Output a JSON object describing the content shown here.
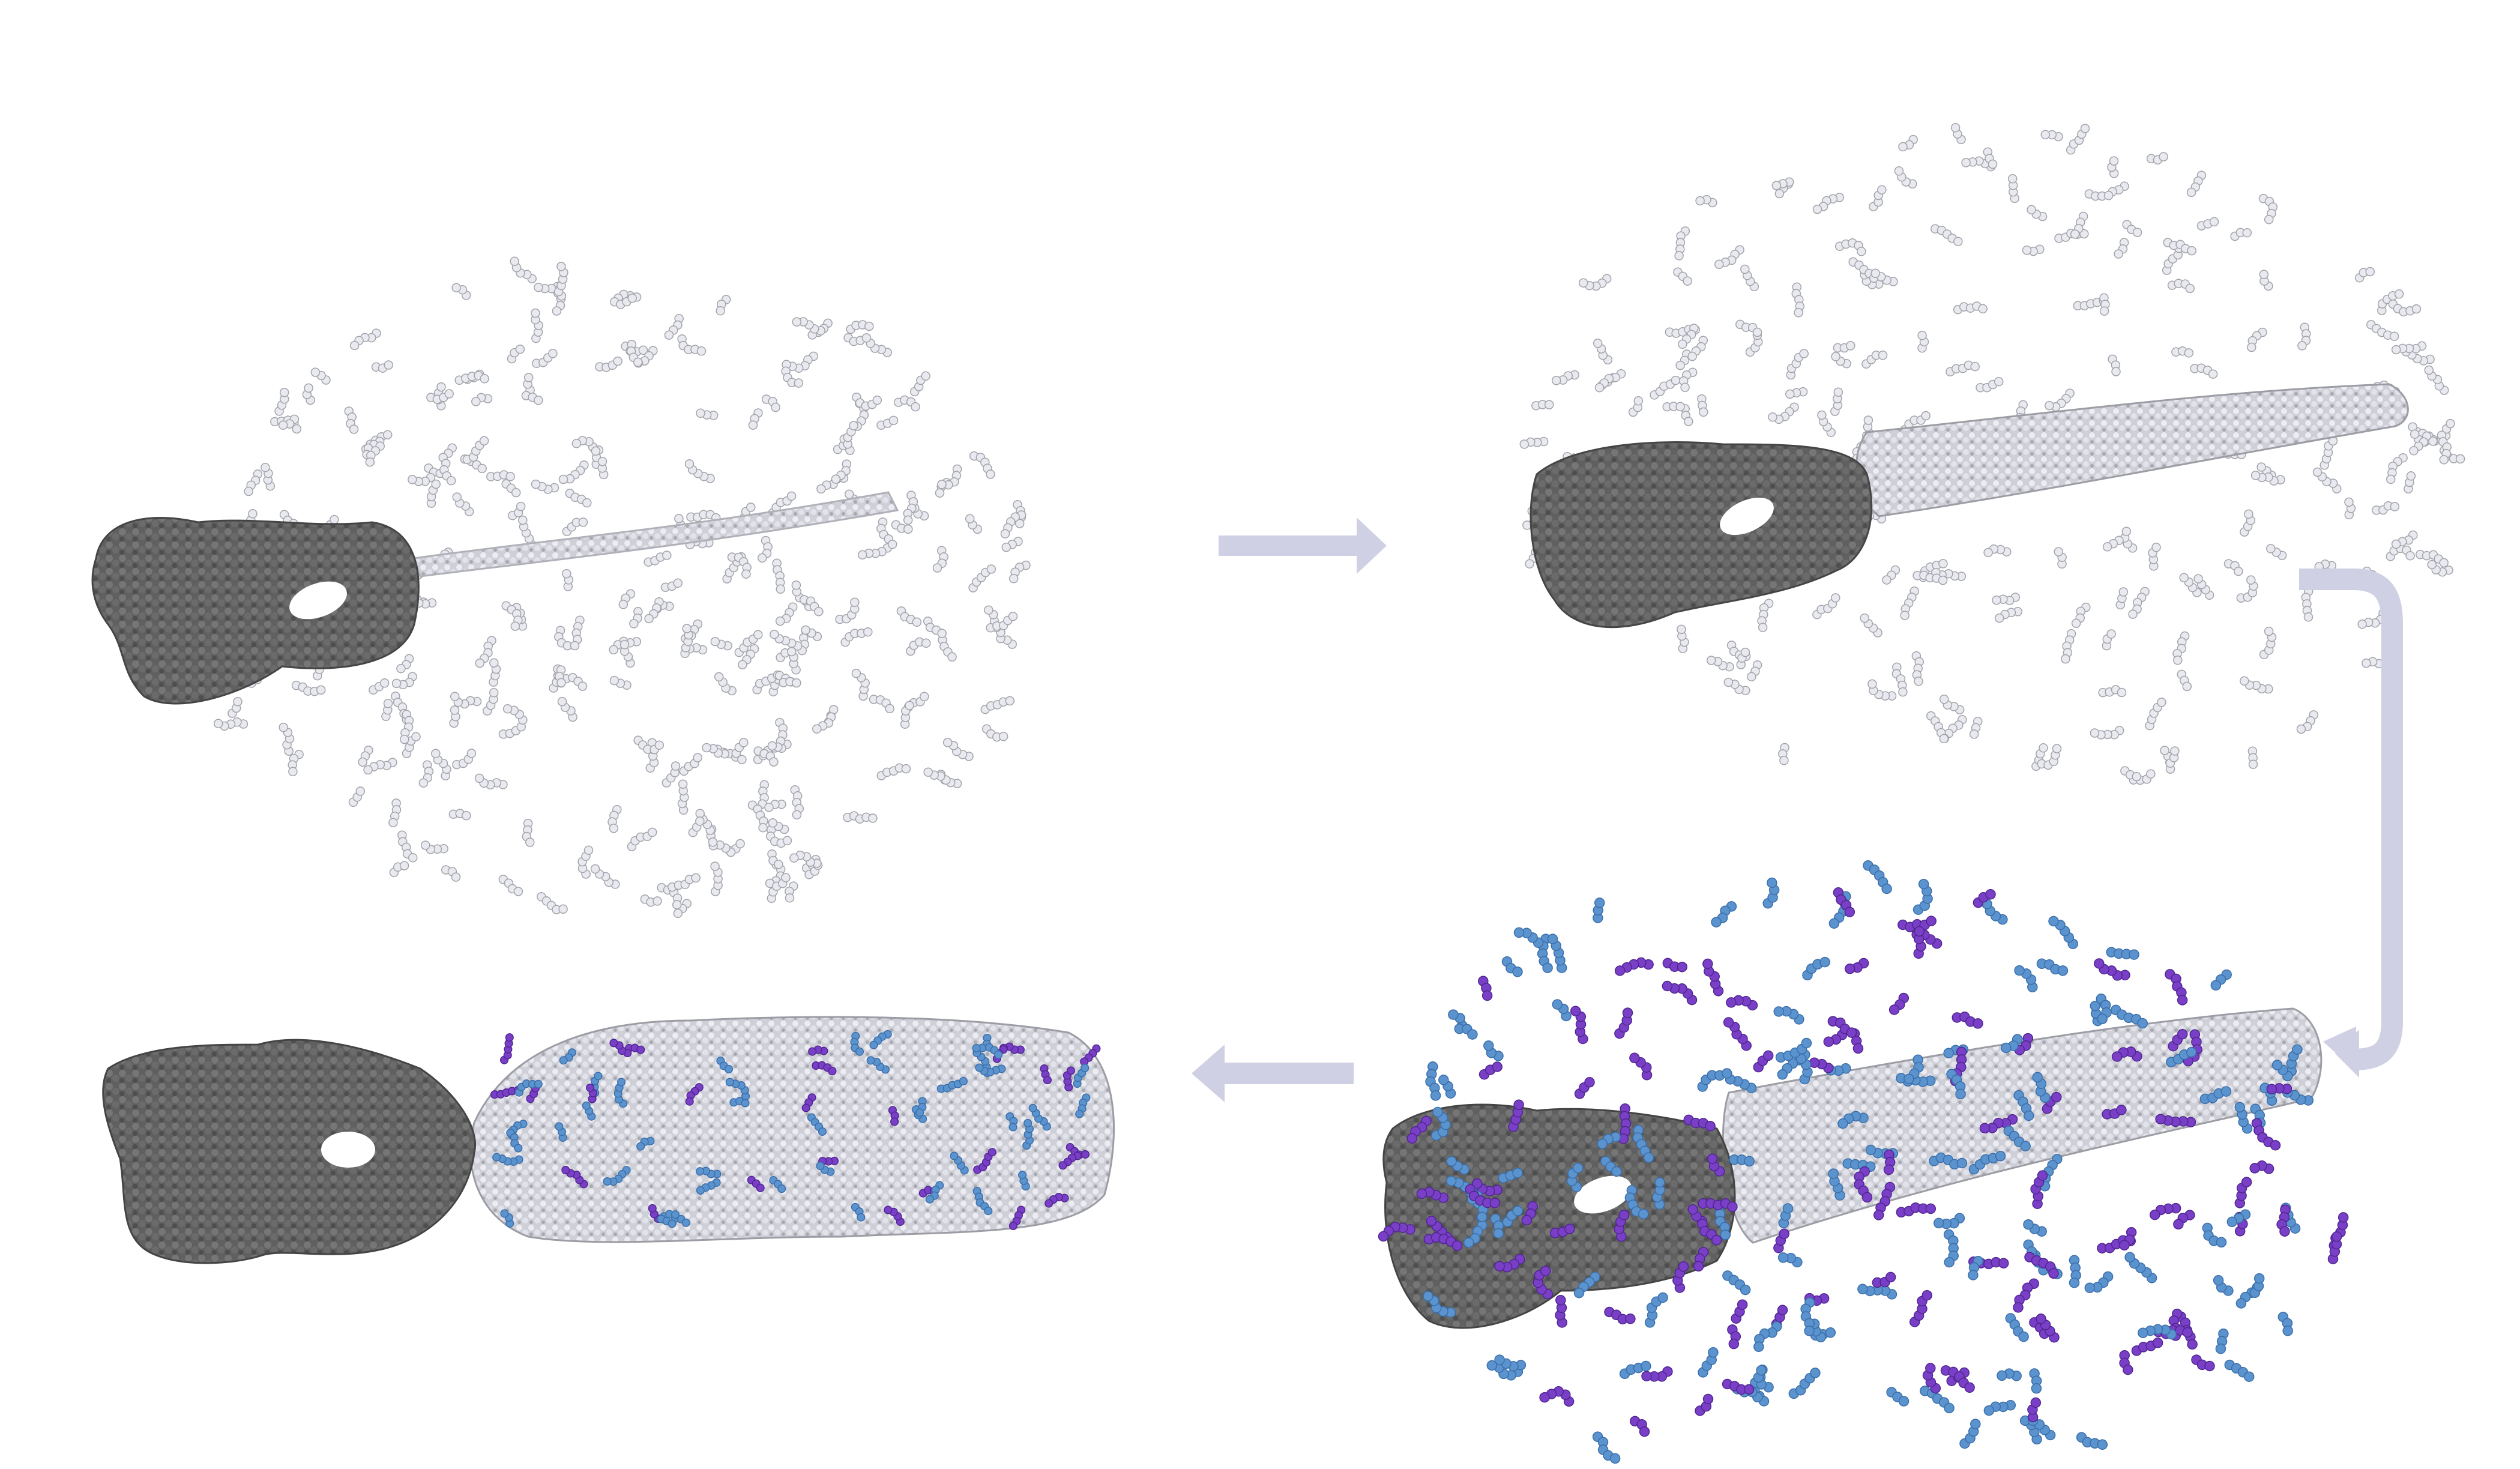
{
  "figure": {
    "background": "#ffffff",
    "colors": {
      "protein_core": "#5f5f5f",
      "protein_core_light": "#7a7a7a",
      "filament_light": "#e7e7ef",
      "filament_shadow": "#9c9ca4",
      "free_molecule": "#e9e9f0",
      "molecule_outline": "#a3a3ab",
      "purple_molecule": "#7a3fc7",
      "blue_molecule": "#5b93cf",
      "arrow": "#cfd0e3"
    },
    "panels": [
      {
        "id": "panel-1",
        "stage": "initial",
        "free_molecules": "white",
        "filament": "thin"
      },
      {
        "id": "panel-2",
        "stage": "growth",
        "free_molecules": "white",
        "filament": "thick"
      },
      {
        "id": "panel-3",
        "stage": "mixed",
        "free_molecules": "purple-blue",
        "filament": "thick"
      },
      {
        "id": "panel-4",
        "stage": "final",
        "free_molecules": "none",
        "filament": "thick-decorated"
      }
    ],
    "arrows": [
      {
        "id": "arrow-1-to-2",
        "icon": "arrow-right-icon"
      },
      {
        "id": "arrow-2-to-3",
        "icon": "arrow-curved-down-icon"
      },
      {
        "id": "arrow-3-to-4",
        "icon": "arrow-left-icon"
      }
    ]
  }
}
